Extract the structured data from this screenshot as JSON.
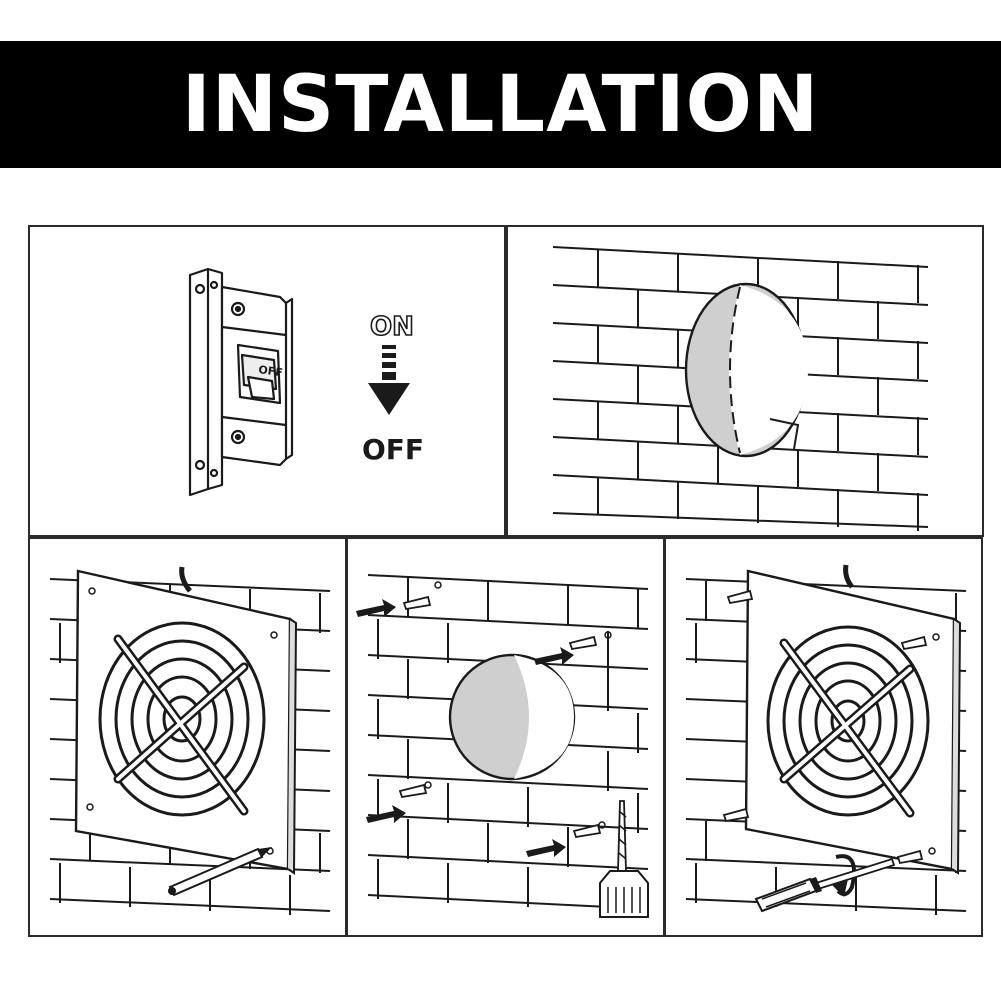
{
  "banner": {
    "title": "INSTALLATION",
    "bg_color": "#000000",
    "text_color": "#ffffff"
  },
  "steps": [
    {
      "switch_label": "OFF",
      "arrow_top_label": "ON",
      "arrow_bottom_label": "OFF",
      "icon": "circuit-breaker-icon"
    },
    {
      "icon": "wall-hole-icon"
    },
    {
      "icon": "mark-screw-holes-icon"
    },
    {
      "icon": "drill-anchor-holes-icon"
    },
    {
      "icon": "screw-fan-to-wall-icon"
    }
  ],
  "colors": {
    "line": "#1a1a1a",
    "hole_fill": "#cfcfcf"
  }
}
